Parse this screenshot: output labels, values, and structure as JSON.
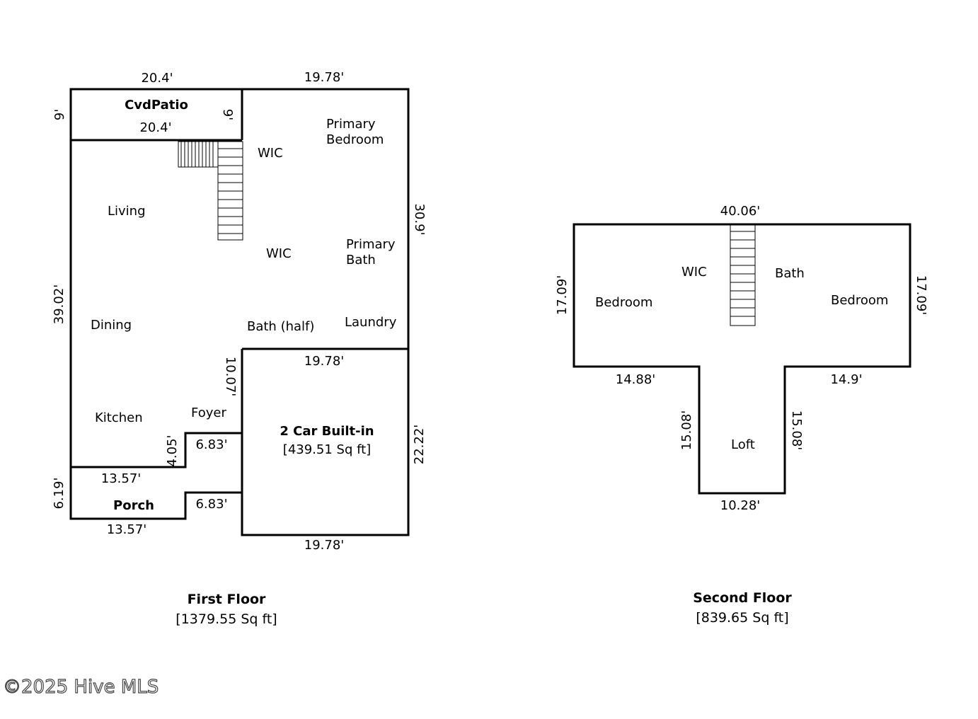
{
  "first_floor": {
    "title": "First Floor",
    "area": "[1379.55 Sq ft]",
    "rooms": {
      "cvd_patio": "CvdPatio",
      "primary_bedroom_1": "Primary",
      "primary_bedroom_2": "Bedroom",
      "wic_upper": "WIC",
      "living": "Living",
      "wic_lower": "WIC",
      "primary_bath_1": "Primary",
      "primary_bath_2": "Bath",
      "dining": "Dining",
      "bath_half": "Bath (half)",
      "laundry": "Laundry",
      "kitchen": "Kitchen",
      "foyer": "Foyer",
      "garage": "2 Car Built-in",
      "garage_area": "[439.51 Sq ft]",
      "porch": "Porch"
    },
    "dimensions": {
      "top_left": "20.4'",
      "top_right": "19.78'",
      "patio_inner": "20.4'",
      "patio_left": "9'",
      "patio_right": "9'",
      "left_main": "39.02'",
      "right_upper": "30.9'",
      "garage_top": "19.78'",
      "garage_left": "10.07'",
      "garage_right": "22.22'",
      "garage_bottom": "19.78'",
      "foyer_step_v": "4.05'",
      "foyer_step_h": "6.83'",
      "kitchen_bottom": "13.57'",
      "porch_left": "6.19'",
      "porch_right": "6.83'",
      "porch_bottom": "13.57'"
    }
  },
  "second_floor": {
    "title": "Second Floor",
    "area": "[839.65 Sq ft]",
    "rooms": {
      "wic": "WIC",
      "bath": "Bath",
      "bedroom_left": "Bedroom",
      "bedroom_right": "Bedroom",
      "loft": "Loft"
    },
    "dimensions": {
      "top": "40.06'",
      "left": "17.09'",
      "right": "17.09'",
      "bottom_left": "14.88'",
      "bottom_right": "14.9'",
      "loft_left": "15.08'",
      "loft_right": "15.08'",
      "loft_bottom": "10.28'"
    }
  },
  "watermark": "©2025 Hive MLS"
}
